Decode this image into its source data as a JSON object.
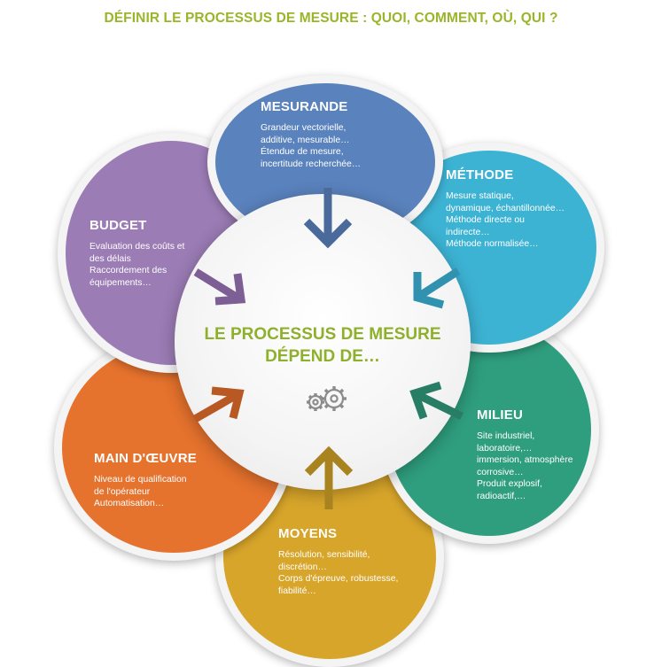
{
  "title": "DÉFINIR LE PROCESSUS DE MESURE : QUOI, COMMENT, OÙ, QUI ?",
  "center": {
    "line1": "LE PROCESSUS DE MESURE",
    "line2": "DÉPEND DE…",
    "icon": "gears-icon"
  },
  "petals": {
    "mesurande": {
      "title": "MESURANDE",
      "color": "#5a82bd",
      "lines": [
        "Grandeur vectorielle,",
        "additive, mesurable…",
        "Étendue de mesure,",
        "incertitude recherchée…"
      ]
    },
    "methode": {
      "title": "MÉTHODE",
      "color": "#3db3d4",
      "lines": [
        "Mesure statique,",
        "dynamique, échantillonnée…",
        "Méthode directe ou",
        "indirecte…",
        "Méthode normalisée…"
      ]
    },
    "milieu": {
      "title": "MILIEU",
      "color": "#2f9e7e",
      "lines": [
        "Site industriel,",
        "laboratoire,…",
        "immersion, atmosphère",
        "corrosive…",
        "Produit explosif,",
        "radioactif,…"
      ]
    },
    "moyens": {
      "title": "MOYENS",
      "color": "#d7a52a",
      "lines": [
        "Résolution, sensibilité,",
        "discrétion…",
        "Corps d'épreuve, robustesse,",
        "fiabilité…"
      ]
    },
    "main_oeuvre": {
      "title": "MAIN D'ŒUVRE",
      "color": "#e5722d",
      "lines": [
        "Niveau de qualification",
        "de l'opérateur",
        "Automatisation…"
      ]
    },
    "budget": {
      "title": "BUDGET",
      "color": "#9b7cb5",
      "lines": [
        "Evaluation des coûts et",
        "des délais",
        "Raccordement des",
        "équipements…"
      ]
    }
  }
}
